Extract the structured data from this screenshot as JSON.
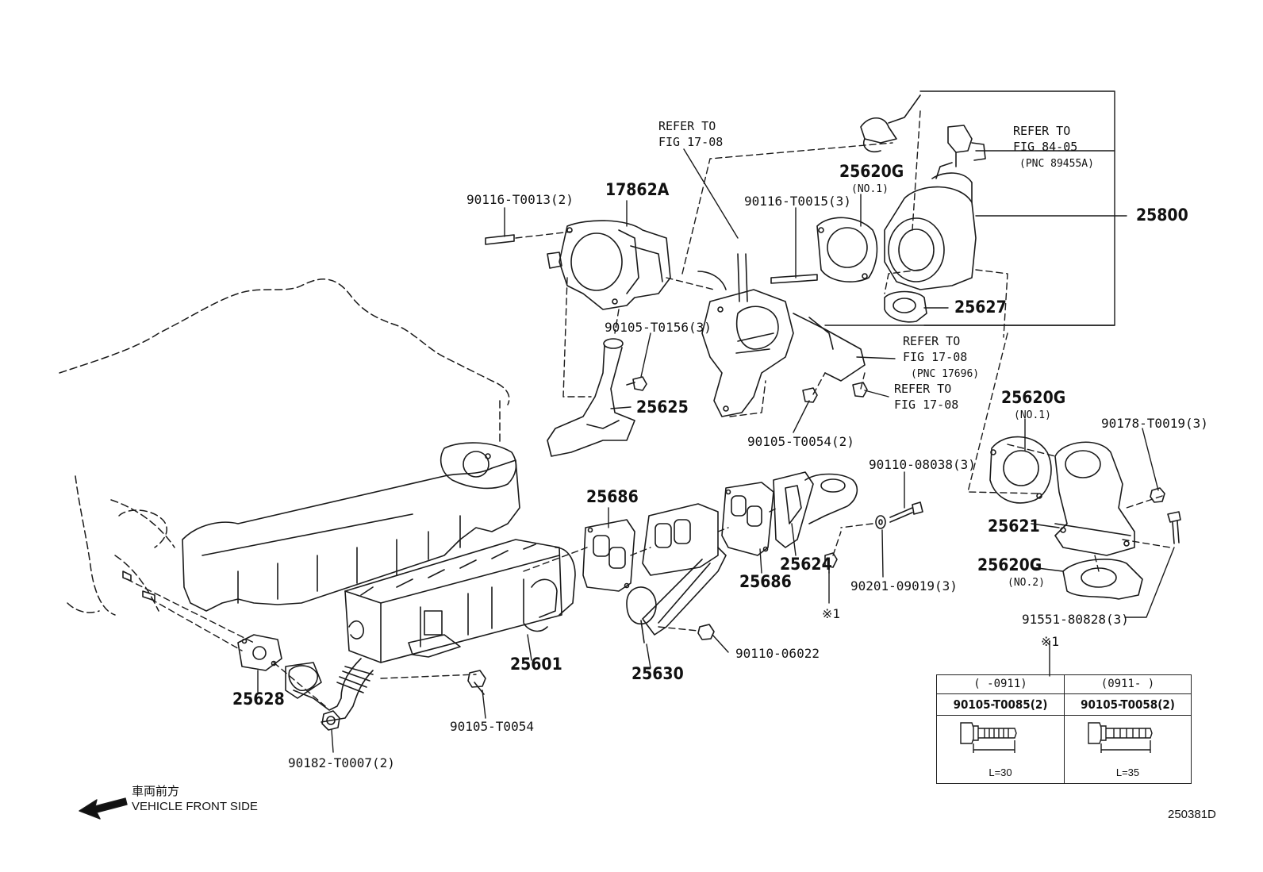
{
  "labels": {
    "p90116_T0013": "90116-T0013(2)",
    "p17862A": "17862A",
    "refer1_a": "REFER TO",
    "refer1_b": "FIG 17-08",
    "p90116_T0015": "90116-T0015(3)",
    "p25620G_1a": "25620G",
    "p25620G_1a_sub": "(NO.1)",
    "refer2_a": "REFER TO",
    "refer2_b": "FIG 84-05",
    "refer2_c": "(PNC 89455A)",
    "p25800": "25800",
    "p25627": "25627",
    "p90105_T0156": "90105-T0156(3)",
    "refer3_a": "REFER TO",
    "refer3_b": "FIG 17-08",
    "refer3_c": "(PNC 17696)",
    "refer4_a": "REFER TO",
    "refer4_b": "FIG 17-08",
    "p25625": "25625",
    "p90105_T0054_2": "90105-T0054(2)",
    "p25620G_1b": "25620G",
    "p25620G_1b_sub": "(NO.1)",
    "p90178_T0019": "90178-T0019(3)",
    "p90110_08038": "90110-08038(3)",
    "p25686a": "25686",
    "p25686b": "25686",
    "p25624": "25624",
    "p90201_09019": "90201-09019(3)",
    "p25621": "25621",
    "p25620G_2": "25620G",
    "p25620G_2_sub": "(NO.2)",
    "mark1": "※1",
    "p91551_80828": "91551-80828(3)",
    "p25601": "25601",
    "p25630": "25630",
    "p90110_06022": "90110-06022",
    "p25628": "25628",
    "p90105_T0054": "90105-T0054",
    "p90182_T0007": "90182-T0007(2)",
    "mark1_table": "※1",
    "front_jp": "車両前方",
    "front_en": "VEHICLE FRONT SIDE",
    "figure_code": "250381D"
  },
  "variant_table": {
    "left": {
      "range": "(      -0911)",
      "part": "90105-T0085(2)",
      "dim": "L=30"
    },
    "right": {
      "range": "(0911-      )",
      "part": "90105-T0058(2)",
      "dim": "L=35"
    }
  }
}
